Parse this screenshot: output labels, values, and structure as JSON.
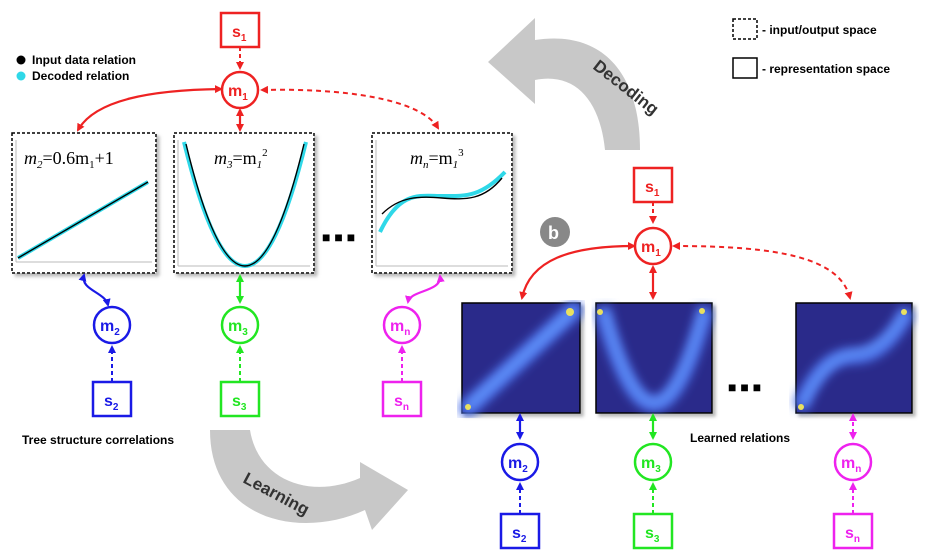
{
  "legend": {
    "input_dot": "Input data relation",
    "decoded_dot": "Decoded relation",
    "dashed_box": "- input/output space",
    "solid_box": "- representation space",
    "colors": {
      "input": "#000000",
      "decoded": "#2fd8e8"
    }
  },
  "labels": {
    "panel_b": "b",
    "tree": "Tree structure correlations",
    "learned": "Learned relations",
    "learning": "Learning",
    "decoding": "Decoding",
    "ellipsis": "■ ■ ■"
  },
  "equations": {
    "eq1_lhs": "m",
    "eq1_lhs_sub": "2",
    "eq1_rhs": "=0.6m",
    "eq1_rhs_sub": "1",
    "eq1_tail": "+1",
    "eq2_lhs": "m",
    "eq2_lhs_sub": "3",
    "eq2_rhs": "=m",
    "eq2_rhs_sub": "1",
    "eq2_sup": "2",
    "eq3_lhs": "m",
    "eq3_lhs_sub": "n",
    "eq3_rhs": "=m",
    "eq3_rhs_sub": "1",
    "eq3_sup": "3"
  },
  "nodes": {
    "s1_top": {
      "main": "s",
      "sub": "1"
    },
    "m1_top": {
      "main": "m",
      "sub": "1"
    },
    "m2_left": {
      "main": "m",
      "sub": "2"
    },
    "m3_left": {
      "main": "m",
      "sub": "3"
    },
    "mn_left": {
      "main": "m",
      "sub": "n"
    },
    "s2_left": {
      "main": "s",
      "sub": "2"
    },
    "s3_left": {
      "main": "s",
      "sub": "3"
    },
    "sn_left": {
      "main": "s",
      "sub": "n"
    },
    "s1_right": {
      "main": "s",
      "sub": "1"
    },
    "m1_right": {
      "main": "m",
      "sub": "1"
    },
    "m2_right": {
      "main": "m",
      "sub": "2"
    },
    "m3_right": {
      "main": "m",
      "sub": "3"
    },
    "mn_right": {
      "main": "m",
      "sub": "n"
    },
    "s2_right": {
      "main": "s",
      "sub": "2"
    },
    "s3_right": {
      "main": "s",
      "sub": "3"
    },
    "sn_right": {
      "main": "s",
      "sub": "n"
    }
  },
  "colors": {
    "red": "#ee2222",
    "blue": "#1a1ae6",
    "green": "#22e622",
    "magenta": "#ee22ee",
    "heat_bg": "#2a2a8a",
    "arrow_gray": "#c8c8c8"
  }
}
